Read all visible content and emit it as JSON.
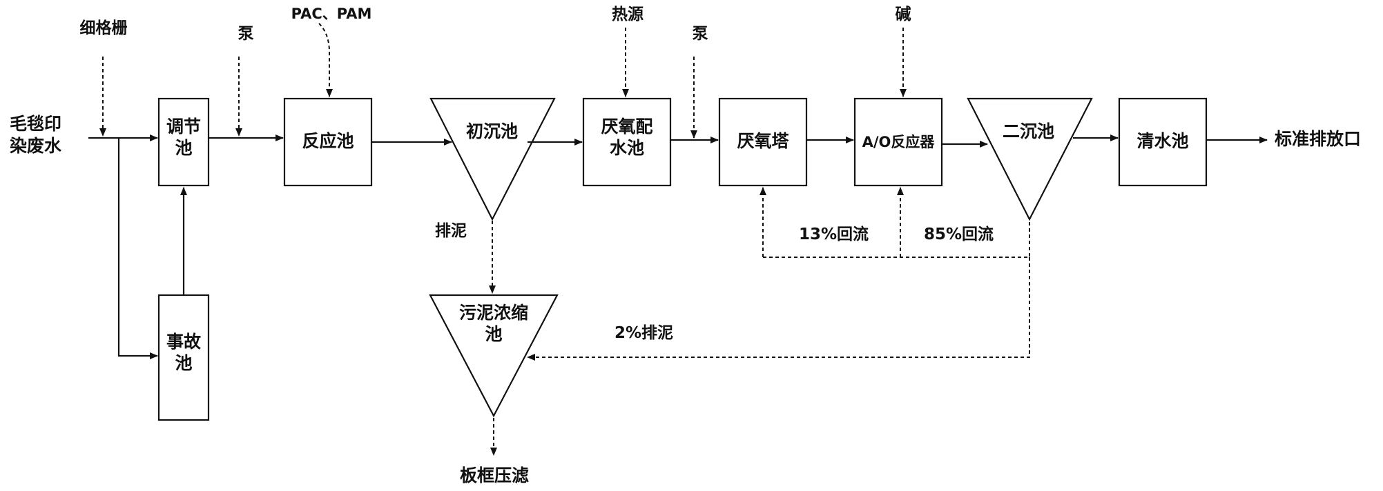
{
  "inputs": {
    "fine_screen": "细格栅",
    "pump_1": "泵",
    "chemicals": "PAC、PAM",
    "heat_source": "热源",
    "pump_2": "泵",
    "alkali": "碱"
  },
  "source": {
    "line1": "毛毯印",
    "line2": "染废水"
  },
  "units": {
    "equalization_line1": "调节",
    "equalization_line2": "池",
    "reaction": "反应池",
    "primary_settling": "初沉池",
    "anaerobic_mixing_line1": "厌氧配",
    "anaerobic_mixing_line2": "水池",
    "anaerobic_tower": "厌氧塔",
    "ao_reactor": "A/O反应器",
    "secondary_settling": "二沉池",
    "clear_water": "清水池",
    "accident_line1": "事故",
    "accident_line2": "池",
    "sludge_thickener_line1": "污泥浓缩",
    "sludge_thickener_line2": "池"
  },
  "flows": {
    "sludge_discharge": "排泥",
    "return_13": "13%回流",
    "return_85": "85%回流",
    "sludge_2": "2%排泥"
  },
  "outputs": {
    "discharge": "标准排放口",
    "filter_press": "板框压滤"
  }
}
